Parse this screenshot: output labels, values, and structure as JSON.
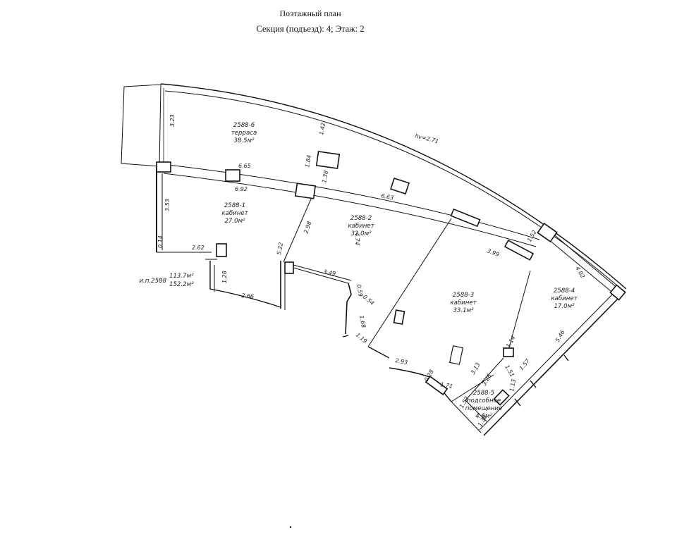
{
  "header": {
    "title": "Поэтажный план",
    "subtitle": "Секция (подъезд): 4;   Этаж: 2"
  },
  "rooms": [
    {
      "id": "2588-6",
      "type": "терраса",
      "area": "38.5м²"
    },
    {
      "id": "2588-1",
      "type": "кабинет",
      "area": "27.0м²"
    },
    {
      "id": "2588-2",
      "type": "кабинет",
      "area": "32.0м²"
    },
    {
      "id": "2588-3",
      "type": "кабинет",
      "area": "33.1м²"
    },
    {
      "id": "2588-4",
      "type": "кабинет",
      "area": "17.0м²"
    },
    {
      "id": "2588-5",
      "type1": "подсобное",
      "type2": "помещение",
      "area": "4.6м²"
    }
  ],
  "summary": {
    "label": "и.п.2588",
    "area1": "113.7м²",
    "area2": "152.2м²"
  },
  "height_note": "hv=2.71",
  "dimensions": [
    "3.23",
    "1.42",
    "6.65",
    "6.92",
    "1.84",
    "1.38",
    "6.63",
    "1.52",
    "3.53",
    "0.14",
    "2.62",
    "1.28",
    "2.66",
    "5.22",
    "2.98",
    "4.74",
    "3.49",
    "0.59",
    "0.54",
    "1.68",
    "1.19",
    "3.99",
    "4.02",
    "5.46",
    "1.14",
    "1.51",
    "1.57",
    "1.13",
    "3.13",
    "3.26",
    "2.93",
    "0.28",
    "1.71",
    "1.52",
    "1.38"
  ],
  "colors": {
    "line": "#111111",
    "background": "#ffffff"
  }
}
